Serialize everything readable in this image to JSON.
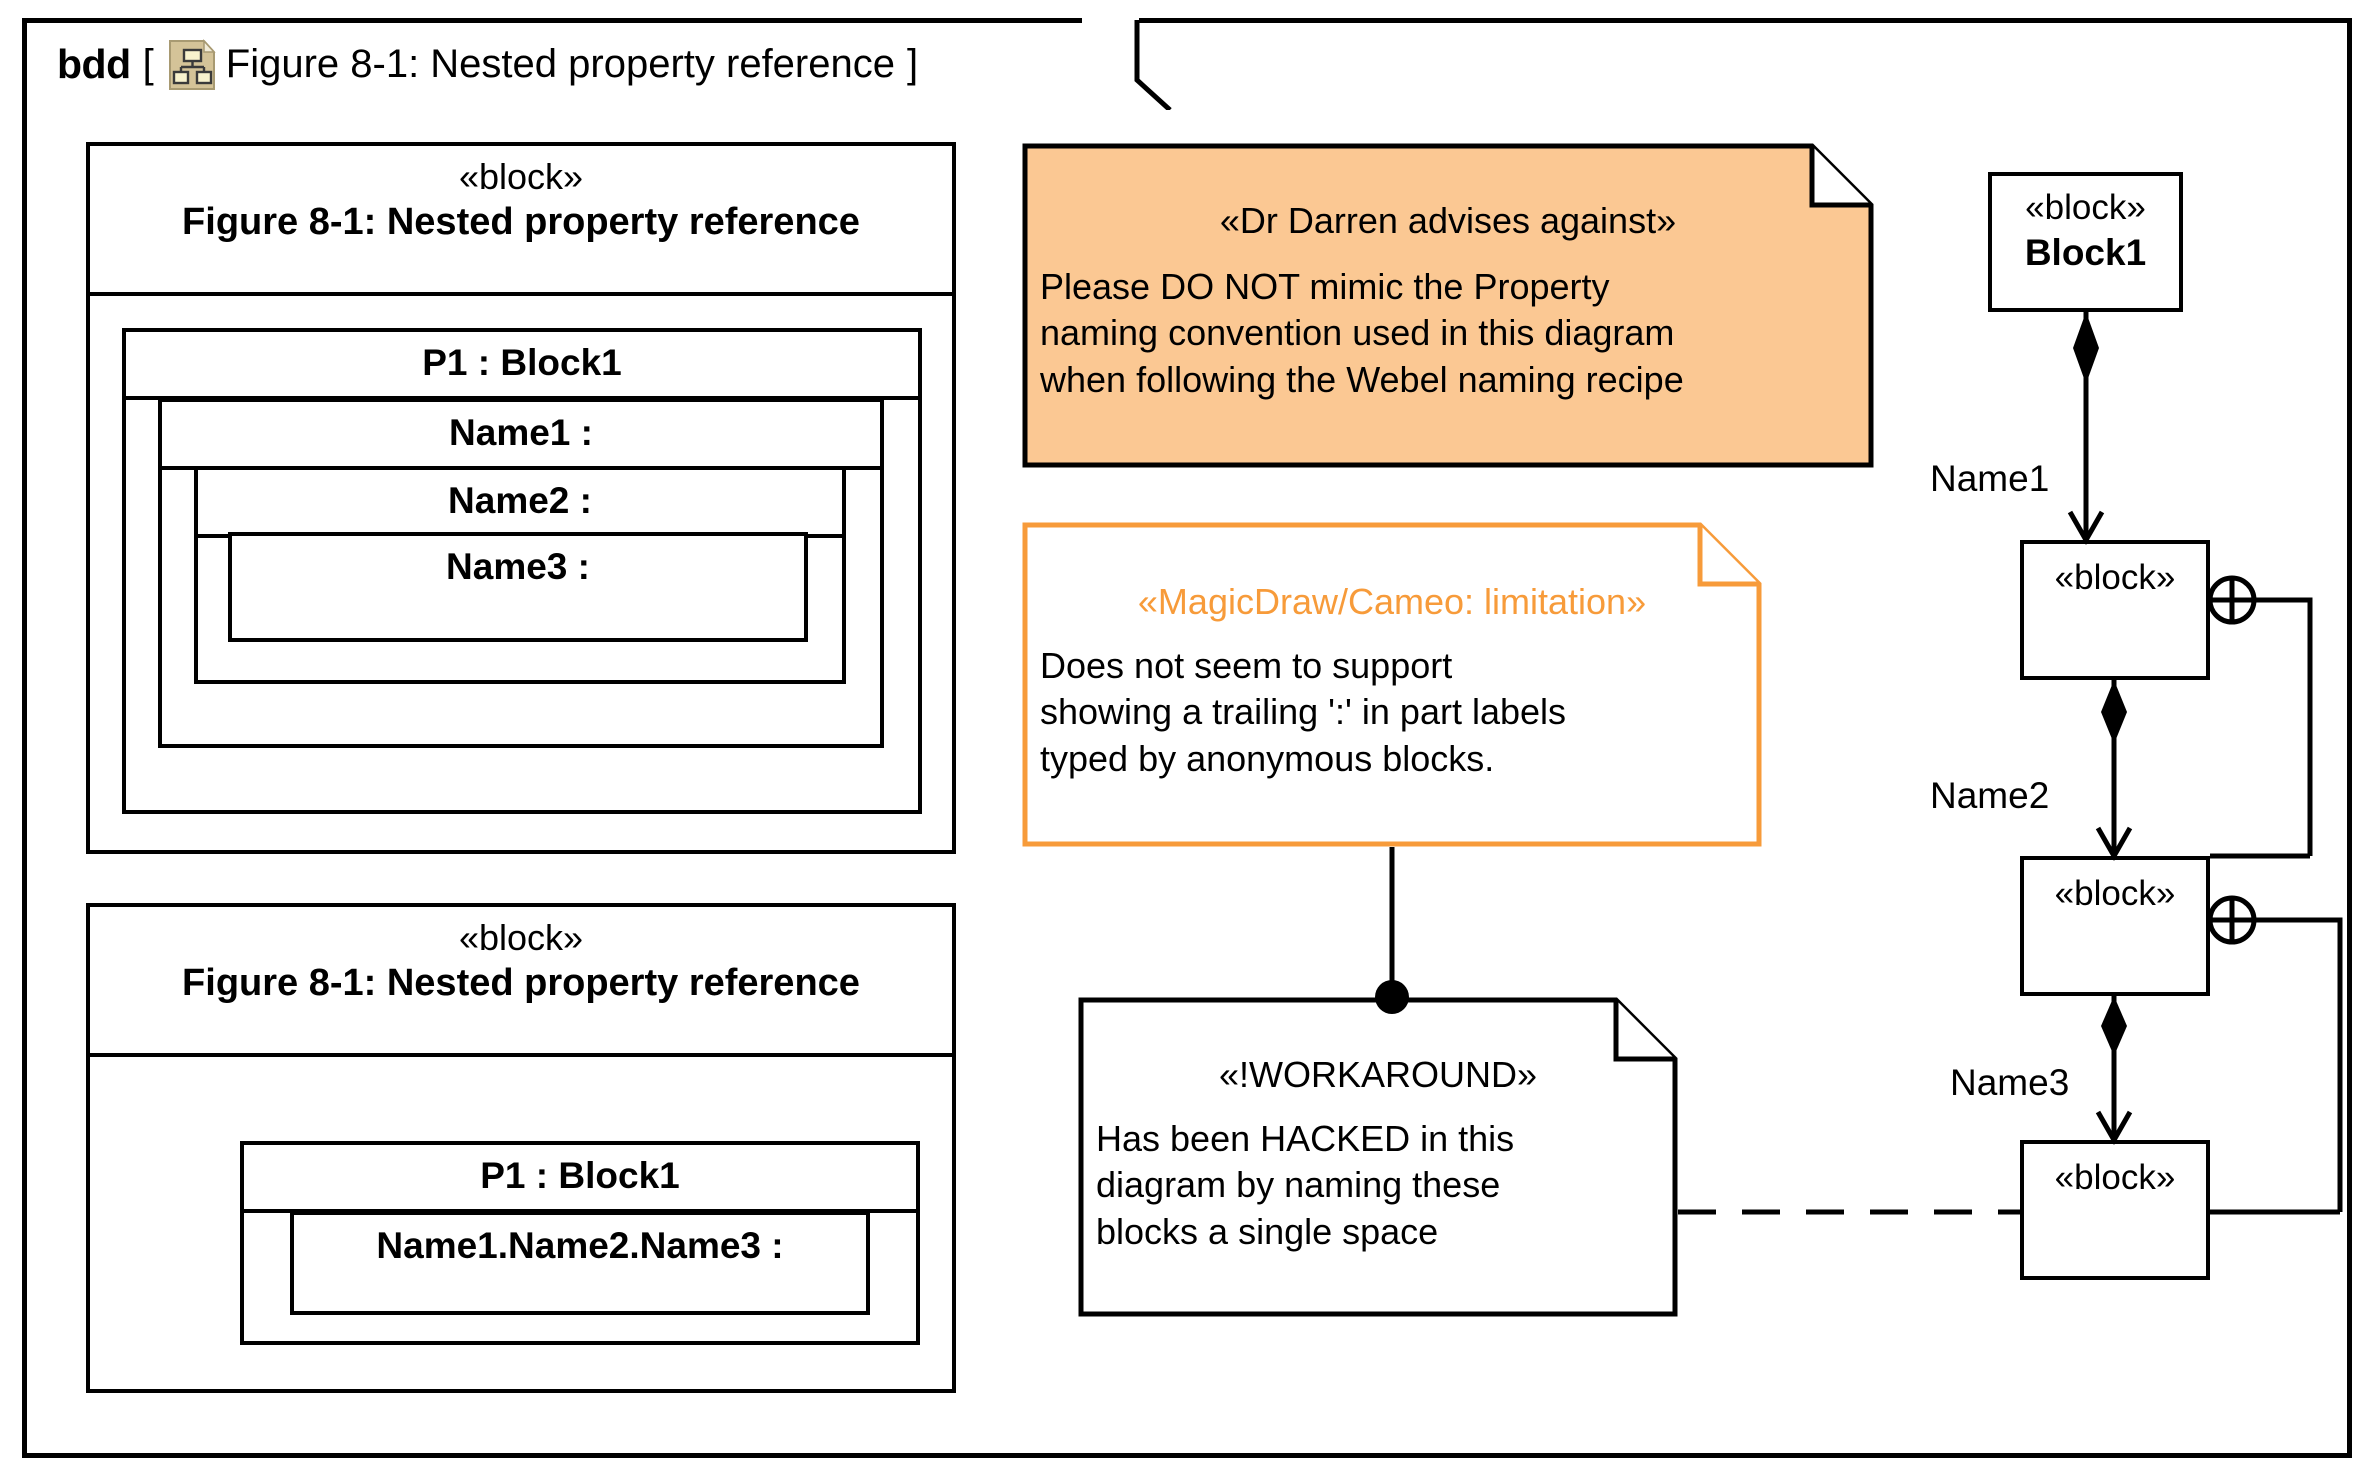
{
  "diagram": {
    "kind": "bdd",
    "bracket_open": "[",
    "bracket_close": "]",
    "icon": "bdd-diagram-icon",
    "title": "Figure 8-1: Nested property reference"
  },
  "left_block_1": {
    "stereotype": "«block»",
    "name": "Figure 8-1: Nested property reference",
    "parts": {
      "p1": "P1 : Block1",
      "name1": "Name1 :",
      "name2": "Name2 :",
      "name3": "Name3 :"
    }
  },
  "left_block_2": {
    "stereotype": "«block»",
    "name": "Figure 8-1: Nested property reference",
    "parts": {
      "p1": "P1 : Block1",
      "flat": "Name1.Name2.Name3 :"
    }
  },
  "notes": {
    "advice": {
      "stereotype": "«Dr Darren advises against»",
      "lines": [
        "Please DO NOT mimic the Property",
        "naming convention used in this diagram",
        "when following the Webel naming recipe"
      ],
      "fill": "#fbc893",
      "border": "#000000",
      "stereo_color": "#000000"
    },
    "limitation": {
      "stereotype": "«MagicDraw/Cameo: limitation»",
      "lines": [
        "Does not seem to support",
        "showing a trailing ':' in part labels",
        "typed by anonymous blocks."
      ],
      "fill": "#ffffff",
      "border": "#f79b3a",
      "stereo_color": "#f79b3a"
    },
    "workaround": {
      "stereotype": "«!WORKAROUND»",
      "lines": [
        "Has been HACKED in this",
        "diagram by naming these",
        "blocks a single space"
      ],
      "fill": "#ffffff",
      "border": "#000000",
      "stereo_color": "#000000"
    }
  },
  "chain": {
    "blocks": [
      {
        "stereotype": "«block»",
        "name": "Block1"
      },
      {
        "stereotype": "«block»",
        "name": ""
      },
      {
        "stereotype": "«block»",
        "name": ""
      },
      {
        "stereotype": "«block»",
        "name": ""
      }
    ],
    "edge_labels": [
      "Name1",
      "Name2",
      "Name3"
    ],
    "containment_icon": "crossed-circle-icon"
  }
}
